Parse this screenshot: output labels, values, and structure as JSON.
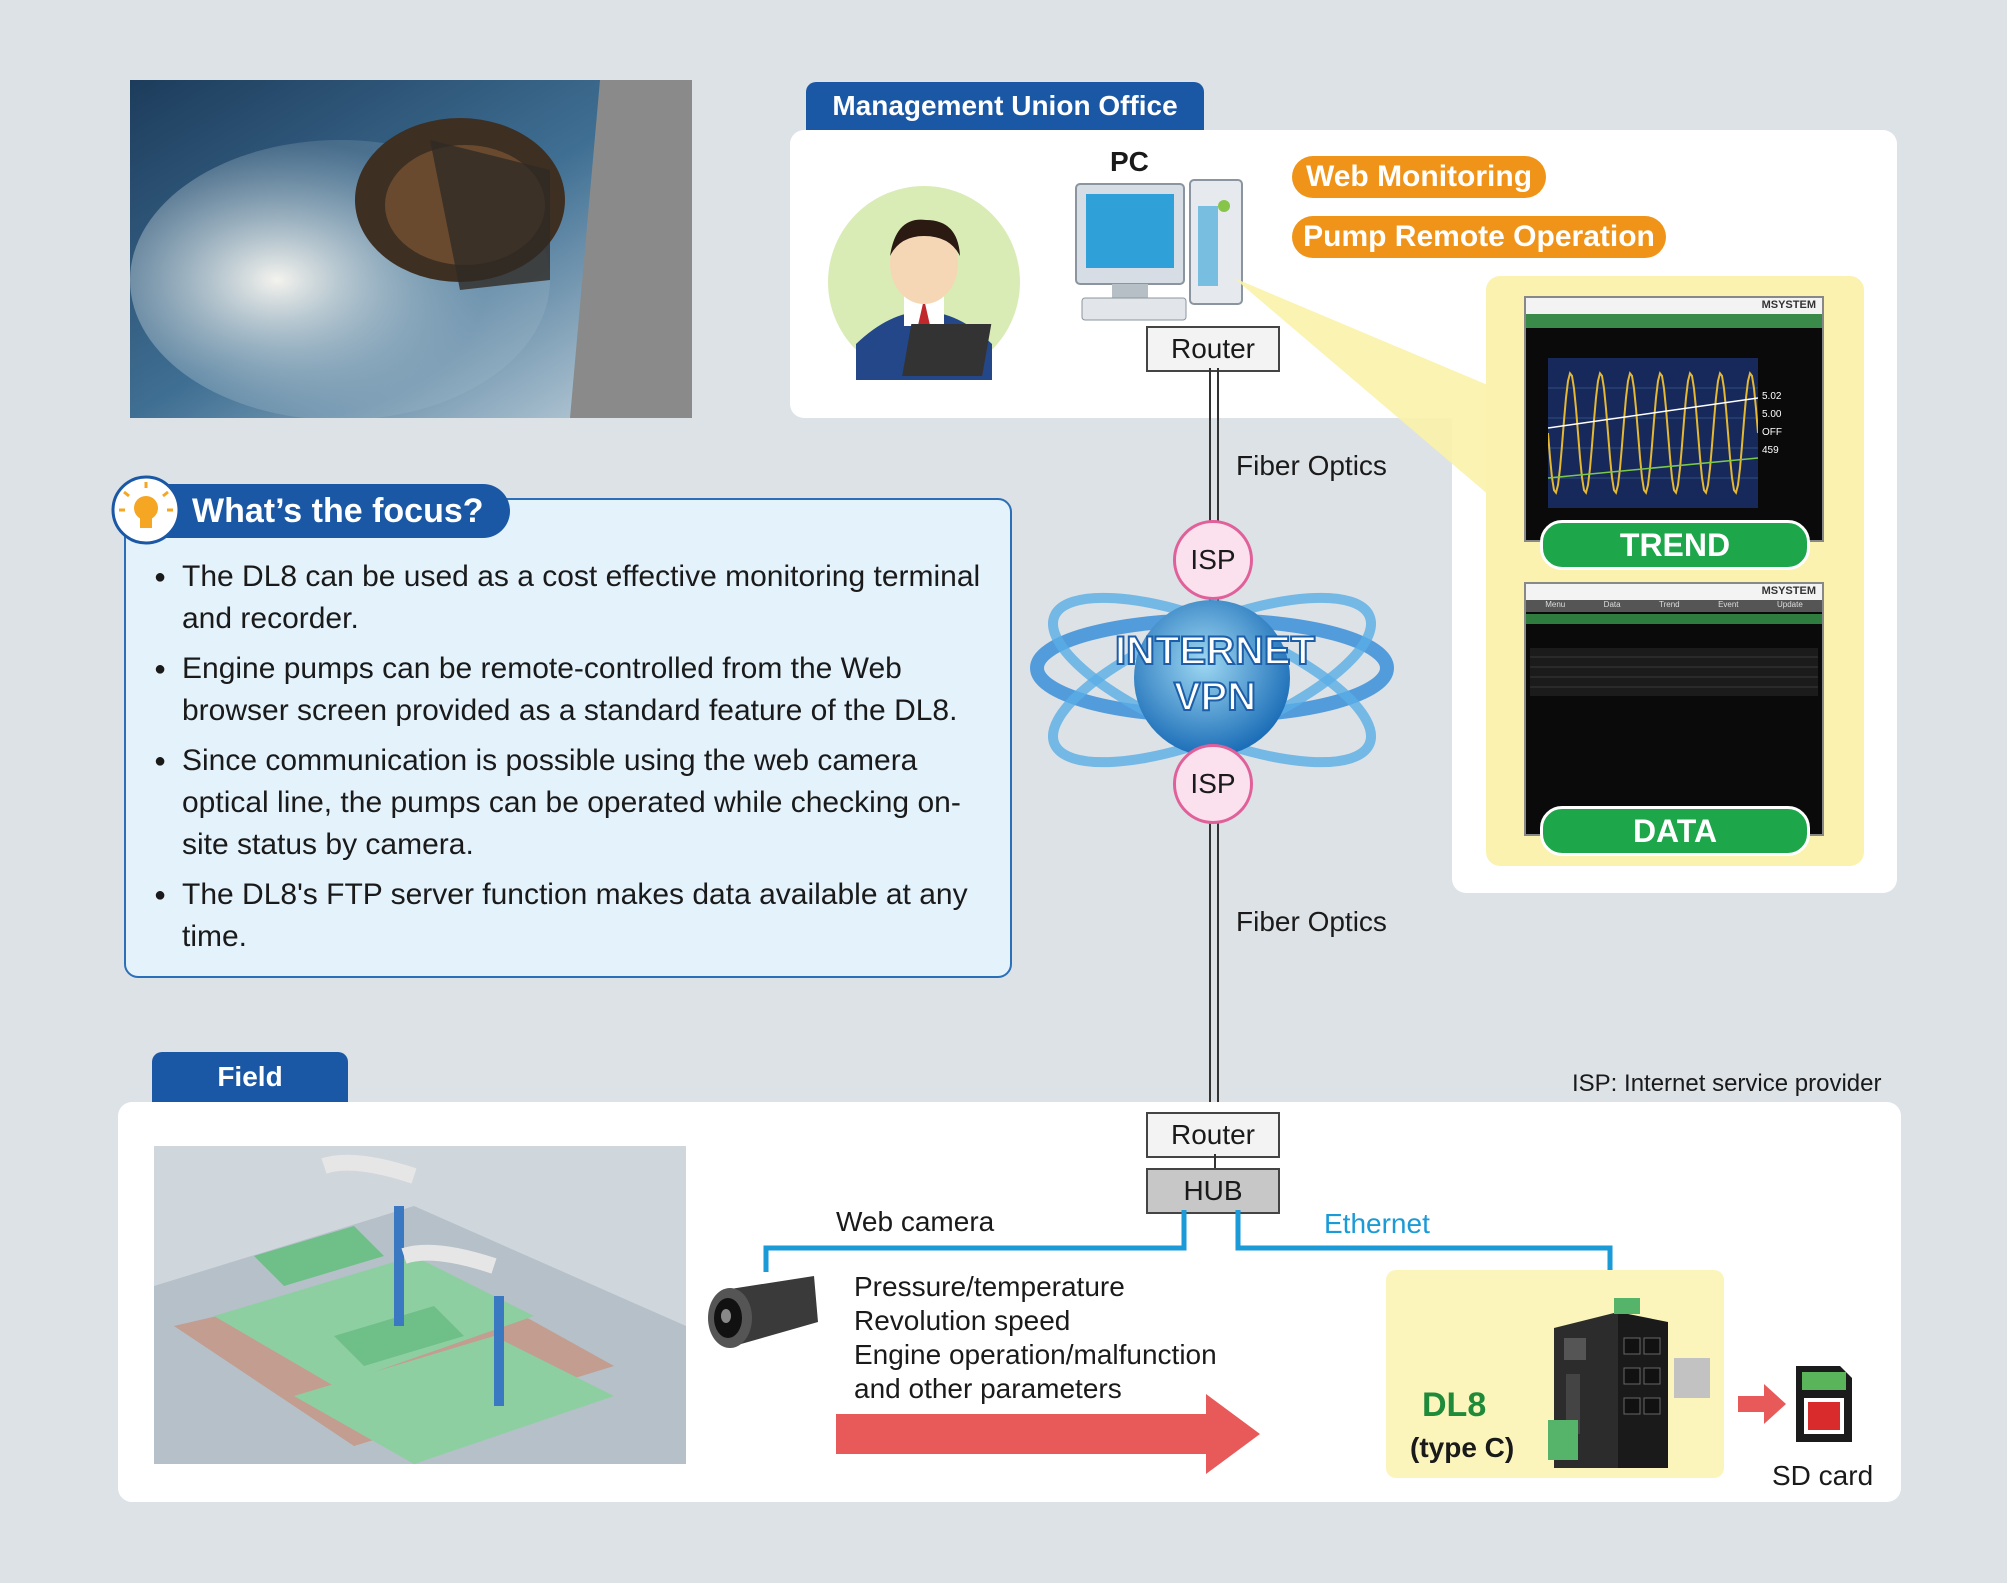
{
  "office": {
    "header": "Management Union Office",
    "pc_label": "PC",
    "router_label": "Router",
    "pills": [
      "Web Monitoring",
      "Pump Remote Operation"
    ]
  },
  "network": {
    "fiber_top": "Fiber Optics",
    "fiber_bottom": "Fiber Optics",
    "isp_top": "ISP",
    "isp_bottom": "ISP",
    "internet_line1": "INTERNET",
    "internet_line2": "VPN",
    "isp_note": "ISP: Internet service provider"
  },
  "screens": {
    "trend_label": "TREND",
    "data_label": "DATA",
    "trend_header": "MSYSTEM",
    "data_header": "MSYSTEM",
    "trend_readings": [
      "5.02",
      "5.00",
      "OFF",
      "459"
    ],
    "data_tabs": [
      "Menu",
      "Data",
      "Trend",
      "Event",
      "Update"
    ]
  },
  "focus": {
    "title": "What’s the focus?",
    "bullets": [
      "The DL8 can be used as a cost effective monitoring terminal and recorder.",
      "Engine pumps can be remote-controlled from the Web browser screen provided as a standard feature of the DL8.",
      "Since communication is possible using the web camera optical line, the pumps can be operated while checking on-site status by camera.",
      "The DL8's FTP server function makes data available at any time."
    ]
  },
  "field": {
    "header": "Field",
    "router_label": "Router",
    "hub_label": "HUB",
    "web_camera": "Web camera",
    "ethernet": "Ethernet",
    "params": [
      "Pressure/temperature",
      "Revolution speed",
      "Engine operation/malfunction",
      "and other parameters"
    ],
    "dl8_name": "DL8",
    "dl8_type": "(type C)",
    "sd_card": "SD card"
  },
  "colors": {
    "background": "#dde2e7",
    "header_blue": "#1a58a6",
    "pill_orange": "#f09419",
    "trend_green": "#1ea64b",
    "arrow_red": "#e85a5a",
    "ethernet_blue": "#1a9ad6"
  }
}
